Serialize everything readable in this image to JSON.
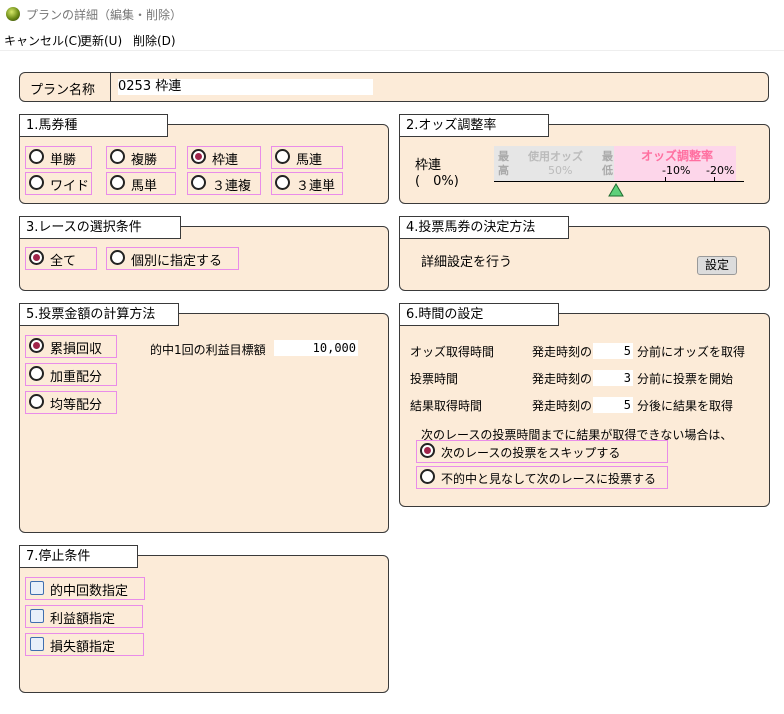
{
  "window": {
    "title": "プランの詳細（編集・削除）"
  },
  "menu": {
    "cancel": "キャンセル(C)",
    "update": "更新(U)",
    "delete": "削除(D)"
  },
  "plan": {
    "label": "プラン名称",
    "value": "0253 枠連"
  },
  "bet_types": {
    "title": "1.馬券種",
    "options": [
      "単勝",
      "複勝",
      "枠連",
      "馬連",
      "ワイド",
      "馬単",
      "３連複",
      "３連単"
    ],
    "selected": "枠連"
  },
  "odds": {
    "title": "2.オッズ調整率",
    "bet_label": "枠連",
    "rate_label": "(　0%)",
    "scale": {
      "left_top": "最",
      "left_bottom": "高",
      "mid_title": "使用オッズ",
      "mid_value": "50%",
      "right_top": "最",
      "right_bottom": "低",
      "adj_title": "オッズ調整率",
      "ticks": [
        "-10%",
        "-20%"
      ]
    },
    "accent": "#ff6fa0"
  },
  "race_conditions": {
    "title": "3.レースの選択条件",
    "options": [
      "全て",
      "個別に指定する"
    ],
    "selected": "全て"
  },
  "ticket_method": {
    "title": "4.投票馬券の決定方法",
    "description": "詳細設定を行う",
    "button": "設定"
  },
  "amount_calc": {
    "title": "5.投票金額の計算方法",
    "options": [
      "累損回収",
      "加重配分",
      "均等配分"
    ],
    "selected": "累損回収",
    "target_label": "的中1回の利益目標額",
    "target_value": "10,000"
  },
  "time_settings": {
    "title": "6.時間の設定",
    "rows": [
      {
        "label": "オッズ取得時間",
        "prefix": "発走時刻の",
        "value": "5",
        "suffix": "分前にオッズを取得"
      },
      {
        "label": "投票時間",
        "prefix": "発走時刻の",
        "value": "3",
        "suffix": "分前に投票を開始"
      },
      {
        "label": "結果取得時間",
        "prefix": "発走時刻の",
        "value": "5",
        "suffix": "分後に結果を取得"
      }
    ],
    "note": "次のレースの投票時間までに結果が取得できない場合は、",
    "options": [
      "次のレースの投票をスキップする",
      "不的中と見なして次のレースに投票する"
    ],
    "selected": "次のレースの投票をスキップする"
  },
  "stop_conditions": {
    "title": "7.停止条件",
    "options": [
      "的中回数指定",
      "利益額指定",
      "損失額指定"
    ]
  }
}
